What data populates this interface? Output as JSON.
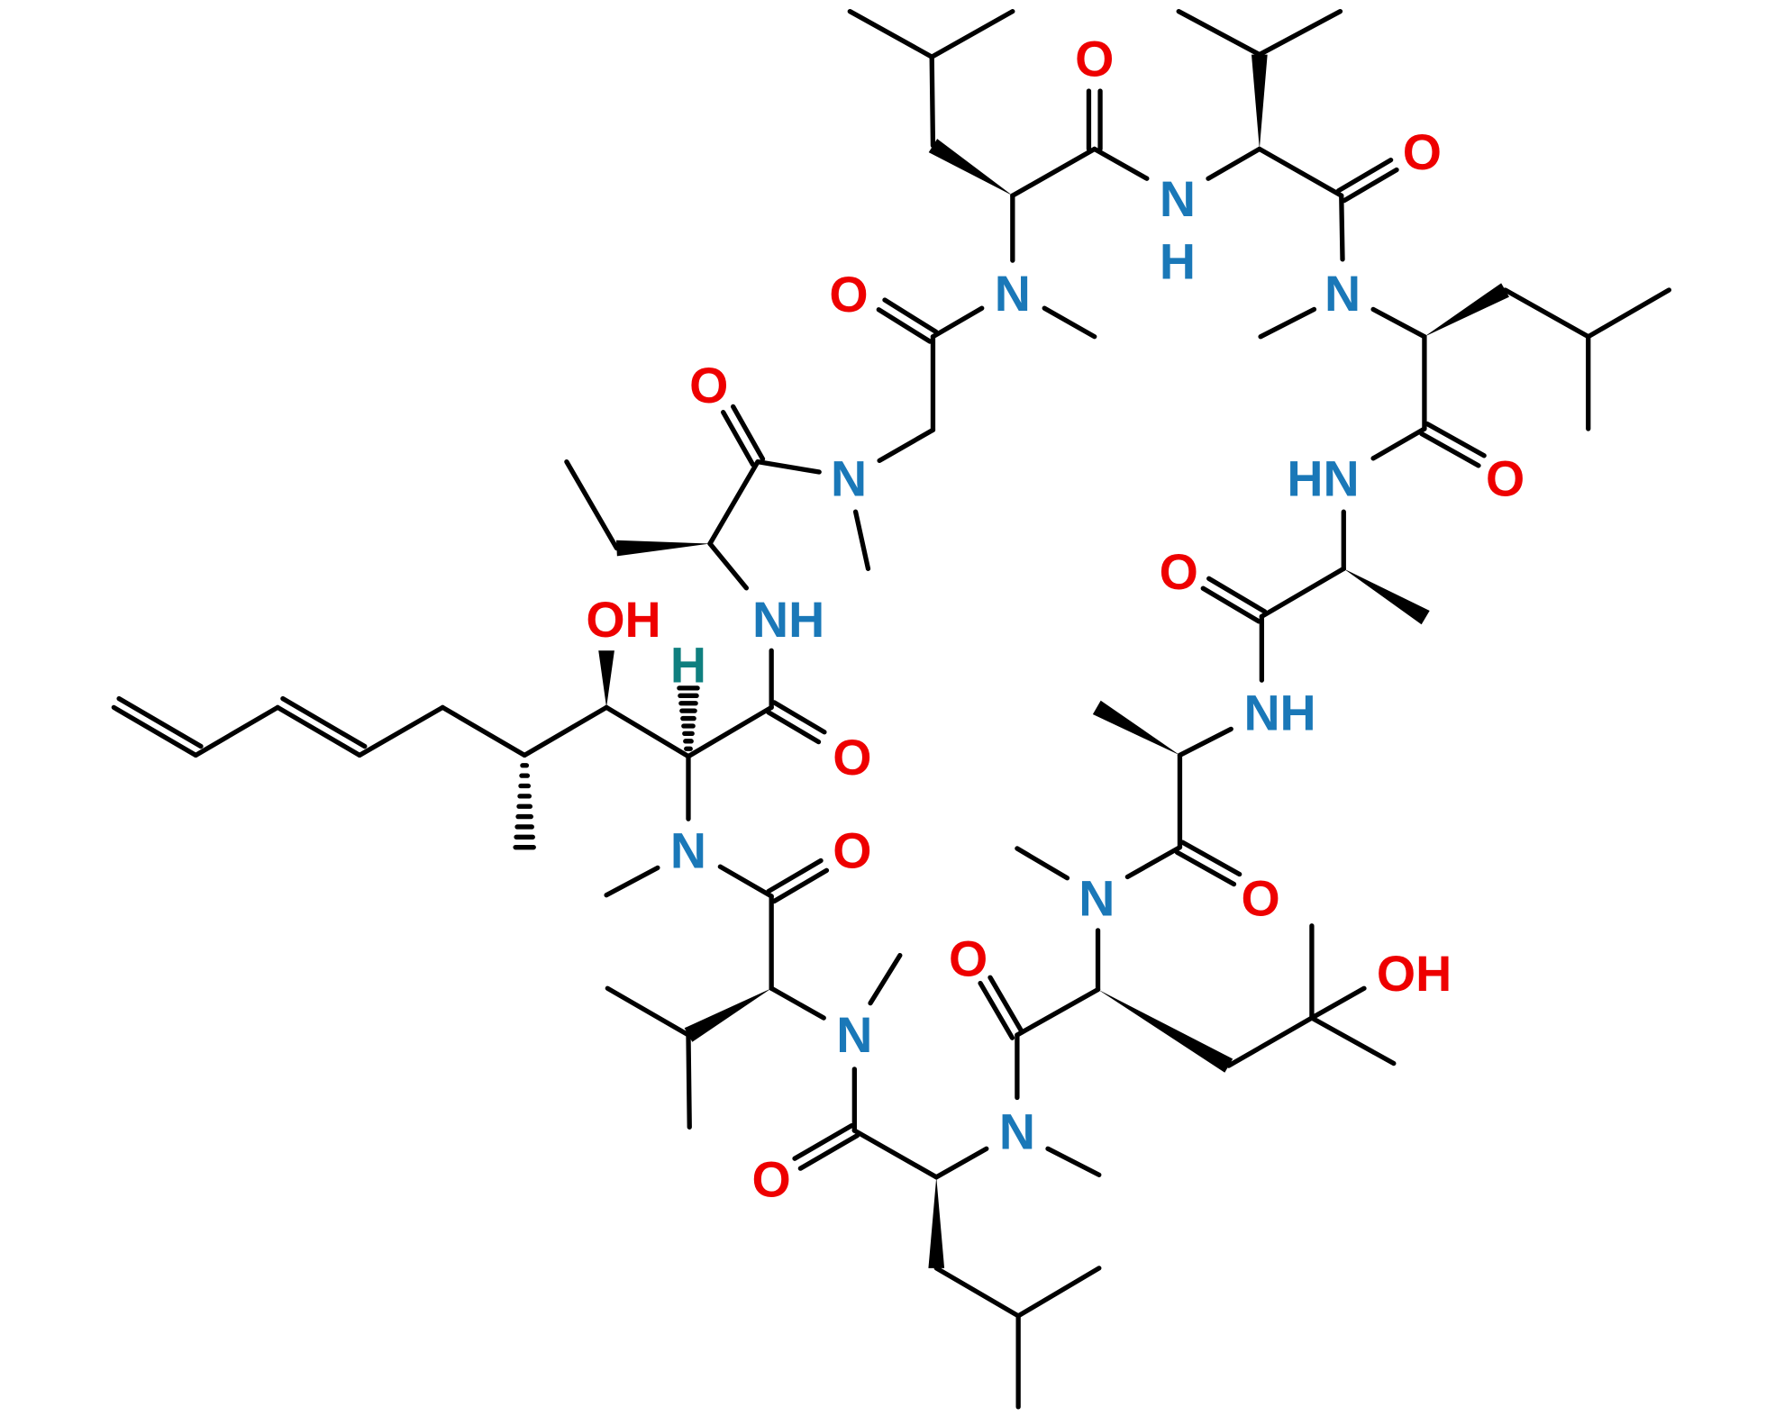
{
  "title": "Cyclic peptide structure (cyclosporin analogue)",
  "colors": {
    "O": "#ee0000",
    "N": "#1a78b8",
    "H": "#0f7f7f",
    "bond": "#000000"
  },
  "atoms": [
    {
      "label": "O",
      "type": "O"
    },
    {
      "label": "N",
      "type": "N"
    },
    {
      "label": "H",
      "type": "N"
    },
    {
      "label": "O",
      "type": "O"
    },
    {
      "label": "N",
      "type": "N"
    },
    {
      "label": "O",
      "type": "O"
    },
    {
      "label": "HN",
      "type": "N"
    },
    {
      "label": "O",
      "type": "O"
    },
    {
      "label": "NH",
      "type": "N"
    },
    {
      "label": "O",
      "type": "O"
    },
    {
      "label": "N",
      "type": "N"
    },
    {
      "label": "OH",
      "type": "O"
    },
    {
      "label": "O",
      "type": "O"
    },
    {
      "label": "N",
      "type": "N"
    },
    {
      "label": "O",
      "type": "O"
    },
    {
      "label": "N",
      "type": "N"
    },
    {
      "label": "O",
      "type": "O"
    },
    {
      "label": "N",
      "type": "N"
    },
    {
      "label": "H",
      "type": "H"
    },
    {
      "label": "O",
      "type": "O"
    },
    {
      "label": "NH",
      "type": "N"
    },
    {
      "label": "OH",
      "type": "O"
    },
    {
      "label": "O",
      "type": "O"
    },
    {
      "label": "N",
      "type": "N"
    },
    {
      "label": "O",
      "type": "O"
    },
    {
      "label": "N",
      "type": "N"
    }
  ]
}
